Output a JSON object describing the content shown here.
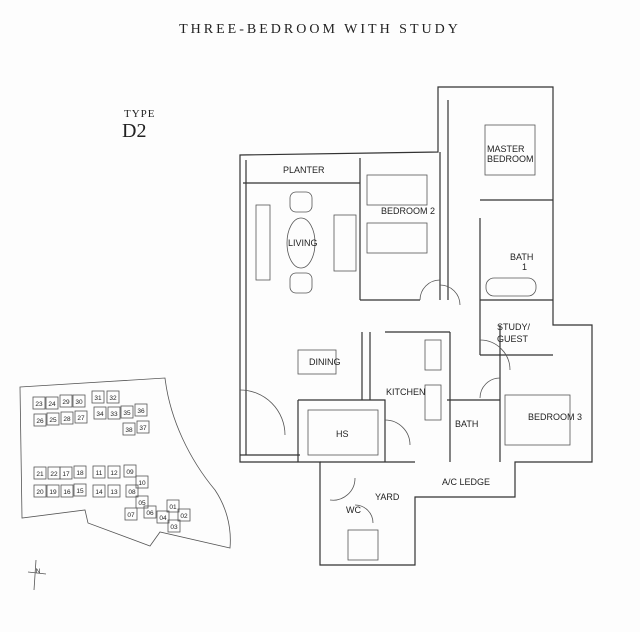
{
  "title": "THREE-BEDROOM WITH STUDY",
  "type_label": "TYPE",
  "type_value": "D2",
  "rooms": {
    "planter": "PLANTER",
    "living": "LIVING",
    "bedroom2": "BEDROOM 2",
    "master1": "MASTER",
    "master2": "BEDROOM",
    "bath1a": "BATH",
    "bath1b": "1",
    "study": "STUDY/",
    "guest": "GUEST",
    "dining": "DINING",
    "kitchen": "KITCHEN",
    "bath": "BATH",
    "bedroom3": "BEDROOM 3",
    "hs": "HS",
    "yard": "YARD",
    "wc": "WC",
    "ac_ledge": "A/C LEDGE"
  },
  "site_plan": {
    "blocks": [
      "23",
      "24",
      "29",
      "30",
      "31",
      "32",
      "26",
      "25",
      "28",
      "27",
      "34",
      "33",
      "35",
      "36",
      "38",
      "37",
      "21",
      "22",
      "17",
      "18",
      "11",
      "12",
      "20",
      "19",
      "16",
      "15",
      "14",
      "13",
      "09",
      "10",
      "08",
      "05",
      "07",
      "06",
      "04",
      "01",
      "02",
      "03"
    ],
    "north": "N"
  }
}
